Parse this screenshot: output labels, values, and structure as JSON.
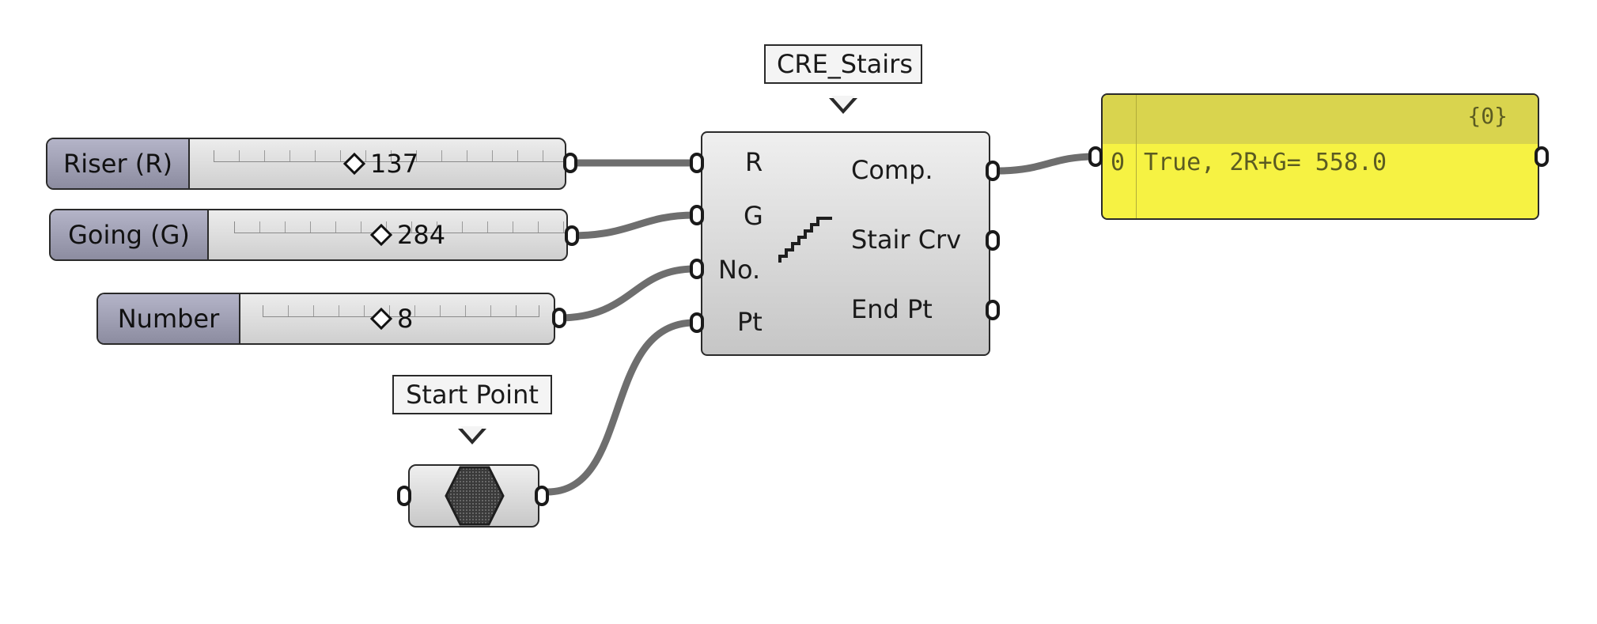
{
  "component": {
    "nickname": "CRE_Stairs",
    "inputs": [
      "R",
      "G",
      "No.",
      "Pt"
    ],
    "outputs": [
      "Comp.",
      "Stair Crv",
      "End Pt"
    ]
  },
  "sliders": [
    {
      "label": "Riser (R)",
      "value": "137"
    },
    {
      "label": "Going (G)",
      "value": "284"
    },
    {
      "label": "Number",
      "value": "8"
    }
  ],
  "point_param": {
    "callout": "Start Point",
    "icon": "hexagon-point-icon"
  },
  "panel": {
    "path": "{0}",
    "index": "0",
    "text": "True, 2R+G= 558.0",
    "colors": {
      "body": "#f6f243",
      "header": "#d9d44e"
    }
  },
  "colors": {
    "wire": "#6e6e6e",
    "slider_label": "#9c9cb0",
    "component": "#d8d8d8"
  }
}
